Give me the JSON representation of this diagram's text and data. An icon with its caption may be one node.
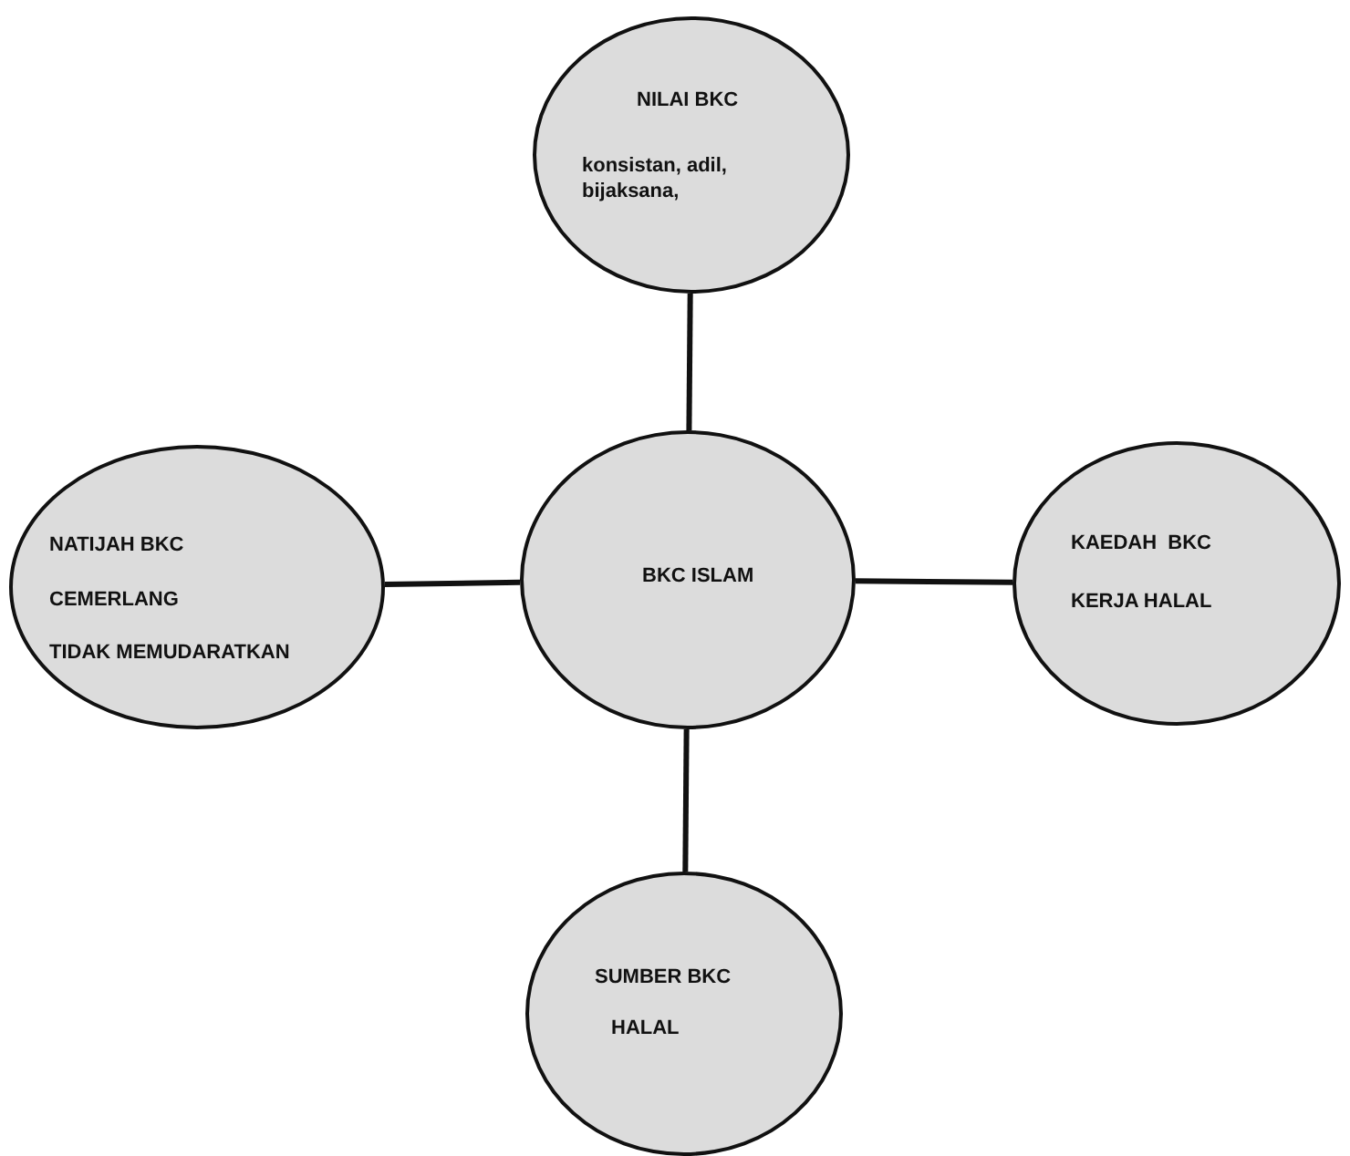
{
  "diagram": {
    "nodes": [
      {
        "text": [
          "BKC ISLAM"
        ]
      },
      {
        "text": [
          "NILAI BKC",
          "konsistan, adil, bijaksana,"
        ]
      },
      {
        "text": [
          "NATIJAH BKC",
          "CEMERLANG",
          "TIDAK MEMUDARATKAN"
        ]
      },
      {
        "text": [
          "KAEDAH  BKC",
          "KERJA HALAL"
        ]
      },
      {
        "text": [
          "SUMBER BKC",
          "HALAL"
        ]
      }
    ],
    "edges": [
      {
        "from": 0,
        "to": 1,
        "arrow": "none"
      },
      {
        "from": 0,
        "to": 2,
        "arrow": "none"
      },
      {
        "from": 0,
        "to": 3,
        "arrow": "none"
      },
      {
        "from": 0,
        "to": 4,
        "arrow": "none"
      }
    ]
  }
}
